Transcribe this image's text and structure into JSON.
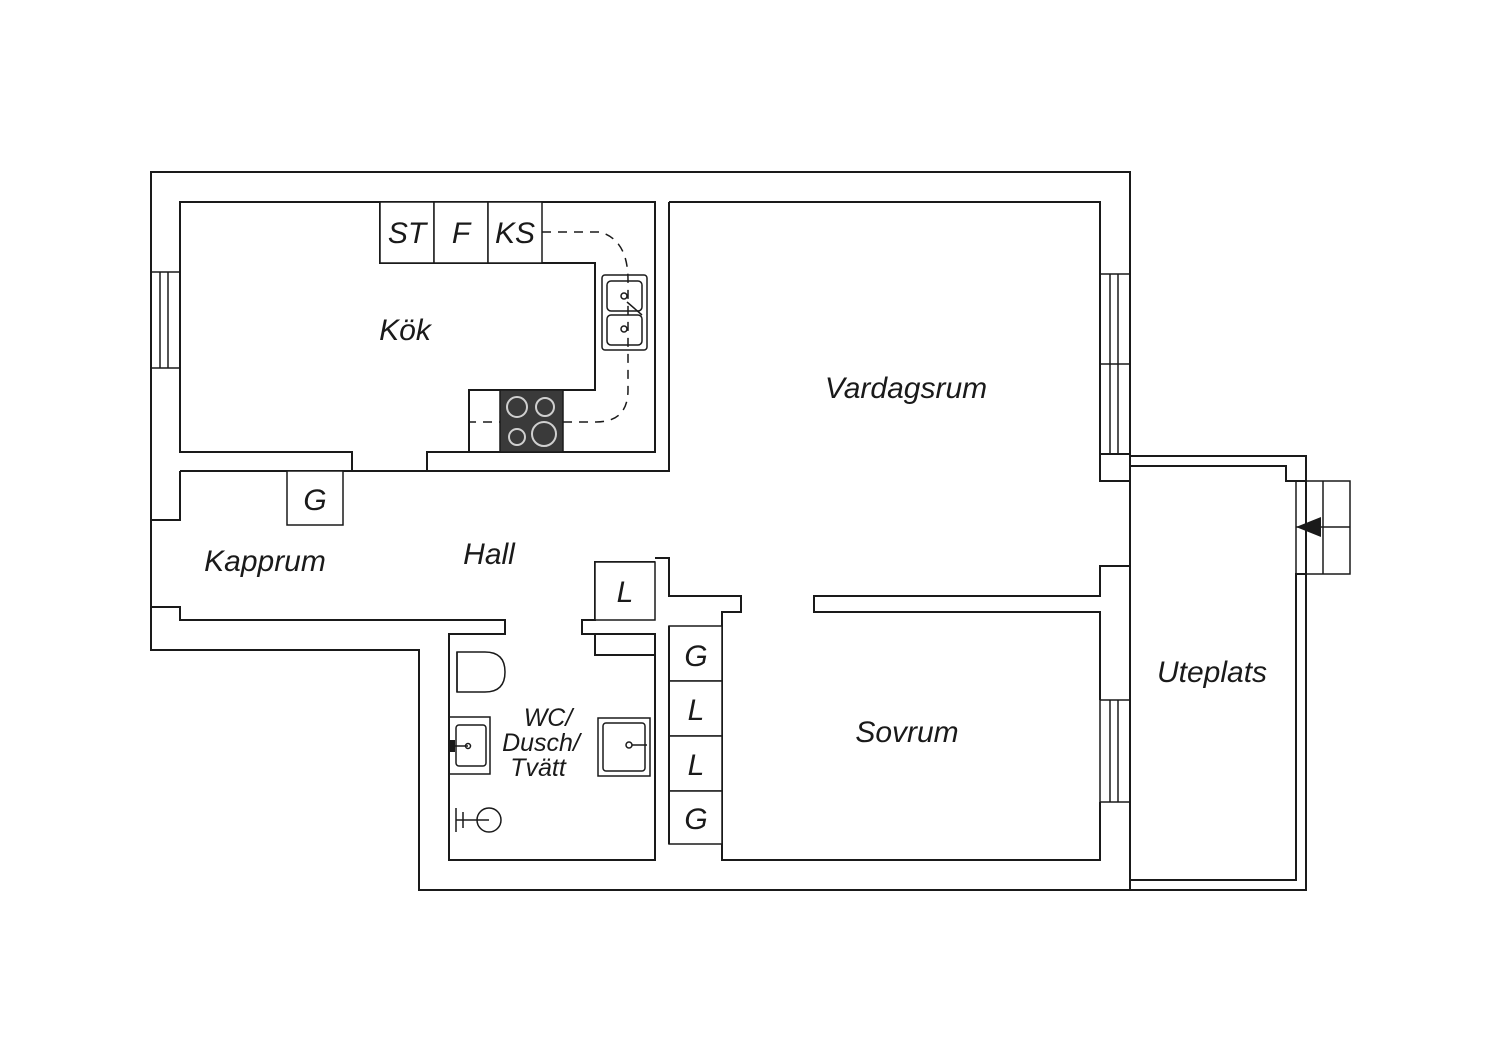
{
  "rooms": {
    "kok": "Kök",
    "vardagsrum": "Vardagsrum",
    "hall": "Hall",
    "kapprum": "Kapprum",
    "sovrum": "Sovrum",
    "uteplats": "Uteplats",
    "wc_line1": "WC/",
    "wc_line2": "Dusch/",
    "wc_line3": "Tvätt"
  },
  "fixtures": {
    "kitchen_st": "ST",
    "kitchen_f": "F",
    "kitchen_ks": "KS",
    "kapprum_g": "G",
    "hall_l": "L",
    "wardrobe_1": "G",
    "wardrobe_2": "L",
    "wardrobe_3": "L",
    "wardrobe_4": "G"
  },
  "colors": {
    "line": "#1a1a1a",
    "background": "#ffffff",
    "hob": "#3a3a3a"
  }
}
